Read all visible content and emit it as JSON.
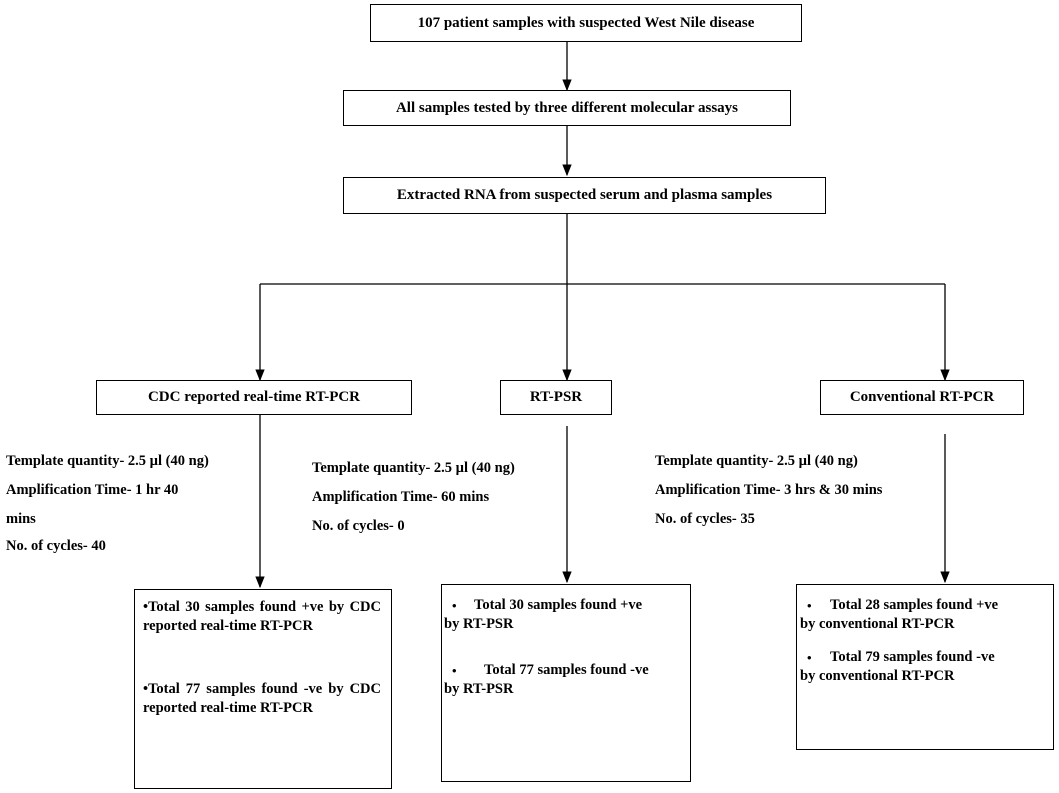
{
  "top": {
    "step1": "107 patient samples with suspected West Nile disease",
    "step2": "All samples tested by three different molecular assays",
    "step3": "Extracted RNA from suspected serum and plasma samples"
  },
  "branches": {
    "left": {
      "title": "CDC reported real-time RT-PCR",
      "params": {
        "template": "Template quantity- 2.5 µl (40 ng)",
        "time_a": "Amplification Time-  1 hr 40",
        "time_b": "mins",
        "cycles": "No. of cycles- 40"
      },
      "results": {
        "pos": "Total 30 samples found +ve by CDC reported real-time RT-PCR",
        "neg": "Total 77 samples found -ve by CDC reported real-time RT-PCR"
      }
    },
    "middle": {
      "title": "RT-PSR",
      "params": {
        "template": "Template quantity- 2.5 µl (40 ng)",
        "time": "Amplification Time-  60 mins",
        "cycles": "No. of cycles- 0"
      },
      "results": {
        "pos_a": "Total 30 samples found +ve",
        "pos_b": "by RT-PSR",
        "neg_a": "Total 77 samples found -ve",
        "neg_b": "by RT-PSR"
      }
    },
    "right": {
      "title": "Conventional RT-PCR",
      "params": {
        "template": "Template quantity- 2.5 µl (40 ng)",
        "time": "Amplification Time-  3 hrs & 30 mins",
        "cycles": "No. of cycles-  35"
      },
      "results": {
        "pos_a": "Total 28 samples found +ve",
        "pos_b": "by conventional RT-PCR",
        "neg_a": "Total 79 samples found -ve",
        "neg_b": "by conventional RT-PCR"
      }
    }
  },
  "bullet_glyph": "•"
}
